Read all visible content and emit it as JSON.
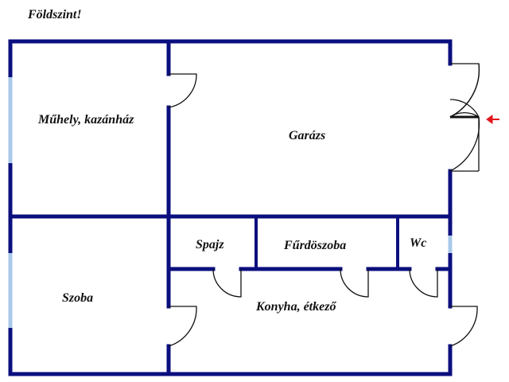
{
  "title": "Földszint!",
  "rooms": {
    "muhely": "Műhely, kazánház",
    "garazs": "Garázs",
    "szoba": "Szoba",
    "spajz": "Spajz",
    "furdo": "Fűrdöszoba",
    "wc": "Wc",
    "konyha": "Konyha, étkező"
  },
  "colors": {
    "wall": "#0b0f7e",
    "window": "#a9c9ea",
    "arrow": "#e0141b"
  }
}
